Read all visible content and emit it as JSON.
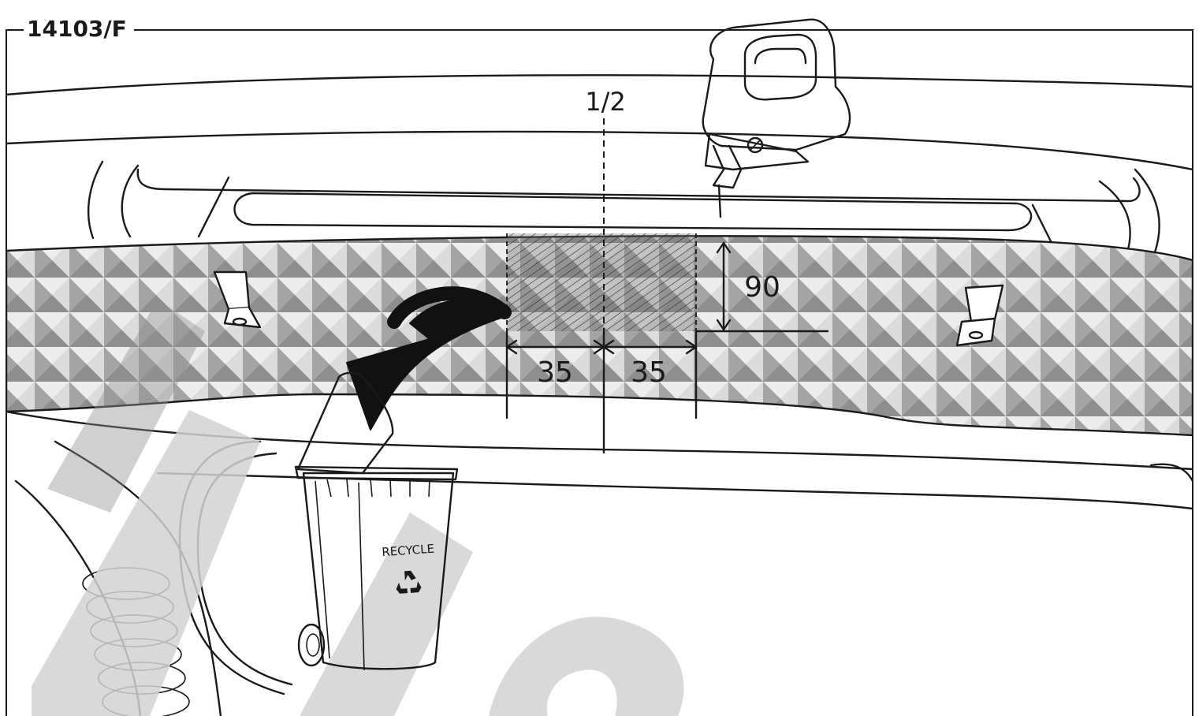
{
  "figure": {
    "reference": "14103/F",
    "half_mark": "1/2",
    "dimensions": {
      "left_width": "35",
      "right_width": "35",
      "height": "90"
    },
    "bin_label": "RECYCLE",
    "recycle_symbol": "recycle-icon",
    "tool": "jigsaw-icon",
    "colors": {
      "line": "#1a1a1a",
      "panel": "#c9c9c9",
      "watermark": "#d3d3d3"
    }
  }
}
